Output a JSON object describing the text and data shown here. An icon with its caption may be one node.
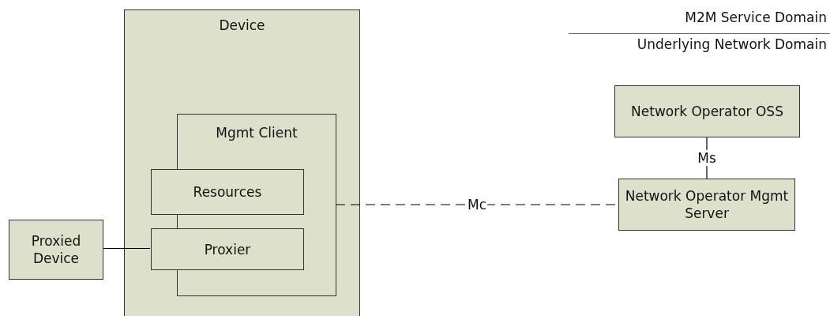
{
  "diagram": {
    "nodes": [
      {
        "text": [
          "Device"
        ]
      },
      {
        "text": [
          "Mgmt Client"
        ],
        "in": 0
      },
      {
        "text": [
          "Resources"
        ],
        "in": 0
      },
      {
        "text": [
          "Proxier"
        ],
        "in": 0
      },
      {
        "text": [
          "Proxied Device"
        ]
      },
      {
        "text": [
          "Network Operator OSS"
        ]
      },
      {
        "text": [
          "Network Operator Mgmt Server"
        ]
      }
    ],
    "edges": [
      {
        "from": 4,
        "to": 3,
        "arrow": "none"
      },
      {
        "from": 1,
        "to": 6,
        "arrow": "none",
        "label": "Mc",
        "style": "dashed"
      },
      {
        "from": 5,
        "to": 6,
        "arrow": "none",
        "label": "Ms"
      }
    ],
    "labels": [
      "M2M Service Domain",
      "Underlying Network Domain"
    ]
  }
}
